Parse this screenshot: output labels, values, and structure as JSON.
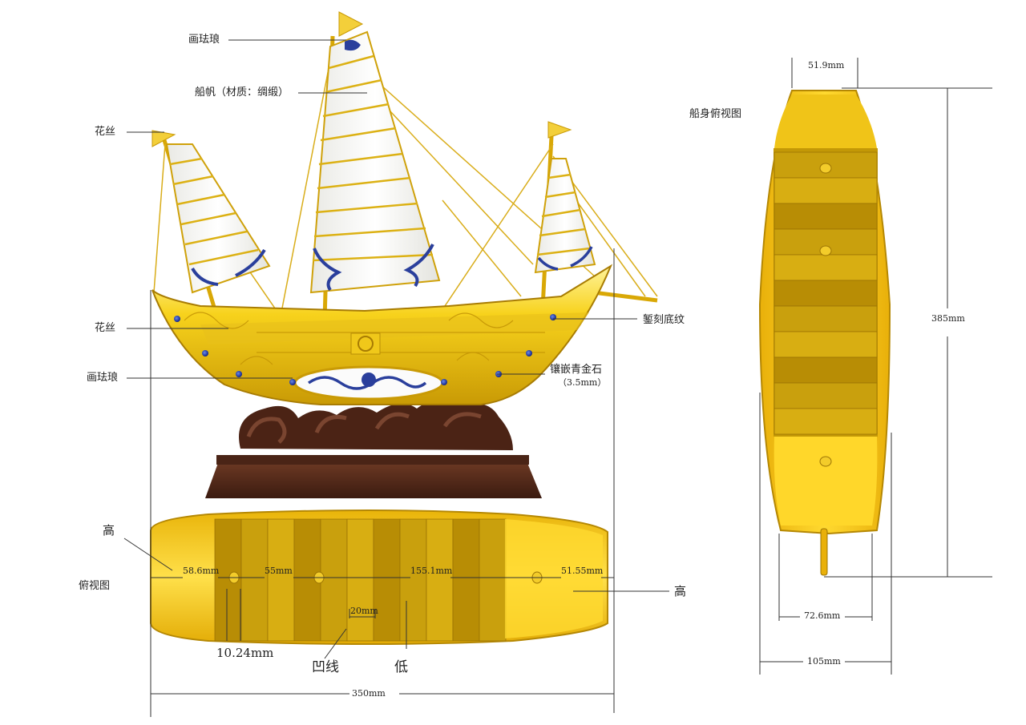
{
  "colors": {
    "gold": "#f2c410",
    "gold_light": "#fde96a",
    "gold_dark": "#b98d04",
    "deck": "#c39806",
    "wood": "#5a2e1c",
    "wood_dark": "#3b1b10",
    "porcelain_blue": "#2a3f9c",
    "sail_white": "#f7f7f4",
    "line": "#333333"
  },
  "side_view": {
    "callouts": {
      "enamel_top": "画珐琅",
      "sail": "船帆（材质：绸缎）",
      "filigree_top": "花丝",
      "filigree_hull": "花丝",
      "enamel_hull": "画珐琅",
      "engraving": "錾刻底纹",
      "lapis_inlay": "镶嵌青金石",
      "lapis_size": "（3.5mm）"
    }
  },
  "top_view": {
    "title": "俯视图",
    "high_left": "高",
    "high_right": "高",
    "low": "低",
    "groove": "凹线",
    "dims": {
      "bow": "58.6mm",
      "section_2": "55mm",
      "mid": "155.1mm",
      "stern": "51.55mm",
      "groove_width": "20mm",
      "rail": "10.24mm",
      "total_length": "350mm"
    }
  },
  "hull_top_view": {
    "title": "船身俯视图",
    "dims": {
      "top_width": "51.9mm",
      "length": "385mm",
      "inner_width": "72.6mm",
      "outer_width": "105mm"
    }
  }
}
